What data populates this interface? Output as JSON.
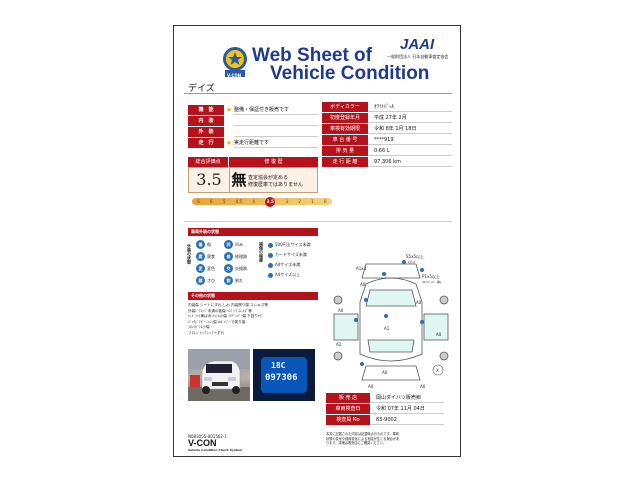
{
  "header": {
    "title_line1": "Web Sheet of",
    "title_line2": "Vehicle Condition",
    "brand": "JAAI",
    "brand_sub": "一般財団法人 日本自動車査定協会",
    "logo_text": "V-CON",
    "model_name": "デイズ"
  },
  "left_condition": [
    {
      "label": "機　能",
      "star": "★",
      "value": "整備・保証付き販売です"
    },
    {
      "label": "内　装",
      "star": "",
      "value": ""
    },
    {
      "label": "外　装",
      "star": "",
      "value": ""
    },
    {
      "label": "走　行",
      "star": "★",
      "value": "実走行距離です"
    }
  ],
  "right_info": [
    {
      "label": "ボディカラー",
      "value": "ｵﾜｲﾄﾊﾟｰﾙ"
    },
    {
      "label": "初度登録年月",
      "value": "平成 27年 2月"
    },
    {
      "label": "車検有効期限",
      "value": "令和 8年 1月 18日"
    },
    {
      "label": "車 台 番 号",
      "value": "****919"
    },
    {
      "label": "排 気 量",
      "value": "0.66 L"
    },
    {
      "label": "走 行 距 離",
      "value": "97,306 km"
    }
  ],
  "evaluation": {
    "score_label": "総合評価点",
    "history_label": "修 復 歴",
    "score": "3.5",
    "history_value": "無",
    "history_note_1": "査定協会が定める",
    "history_note_2": "修復歴車ではありません",
    "scale": [
      "S",
      "6",
      "5",
      "4.5",
      "4",
      "3.5",
      "3",
      "2",
      "1",
      "R"
    ],
    "selected": "3.5"
  },
  "legend": {
    "head": "車両外装の状態",
    "cat1": "外装の状態",
    "items_left": [
      {
        "code": "傷",
        "label": "傷"
      },
      {
        "code": "凹",
        "label": "凹み"
      },
      {
        "code": "腐",
        "label": "腐食"
      },
      {
        "code": "修",
        "label": "修理跡"
      },
      {
        "code": "変",
        "label": "変色"
      },
      {
        "code": "交",
        "label": "交換跡"
      },
      {
        "code": "錆",
        "label": "さび"
      },
      {
        "code": "割",
        "label": "割れ"
      }
    ],
    "cat2": "損傷の程度",
    "items_right": [
      "500円玉サイズ未満",
      "カードサイズ未満",
      "A4サイズ未満",
      "A4サイズ以上"
    ]
  },
  "notes": {
    "head": "その他の状態",
    "lines": [
      "内装傷 シートにすれ,しわ 内装擦り傷 スレキズ等",
      "外装ﾄﾞｱｴｯｼﾞ未満の板傷 ﾍｺﾐ ｼﾜ ｽﾚ,ｷｽﾞ等",
      "ﾍｯﾄﾞﾗｲﾄ黄ばみ ﾎｲｰﾙ小傷 ﾘｱﾊﾞﾝﾊﾟｰ傷 下回りｻﾋﾞ",
      "ﾊﾞｯｸﾄﾞｱｶﾞｰﾆｯｼｭ傷 A4 ｲｼﾞｰで剥り傷",
      "ﾌﾛﾝﾄｶﾞﾗｽ小傷",
      "フロントバンパーずれ"
    ]
  },
  "photo": {
    "odo_top": "18C",
    "odo": "097306"
  },
  "diagram": {
    "marks": [
      "A1x3",
      "S5x5以上",
      "ｽｸﾗｯﾁ",
      "P1x5以上",
      "A1",
      "A0",
      "A0",
      "A2",
      "A1",
      "A0",
      "A0",
      "A0",
      "A0",
      "A0",
      "A0"
    ],
    "label_a1x3": "A1x3",
    "label_s5": "S5x5以上",
    "label_s5_sub": "ｽｸﾗｯﾁ",
    "label_p1": "P1x5以上",
    "label_p1_sub": "ﾌﾛﾝﾄﾊﾞﾝﾊﾟｰ擦ﾚ",
    "label_a0_1": "A0",
    "label_a0_2": "A0",
    "label_a2": "A2",
    "label_a1": "A1",
    "label_a0_3": "A0",
    "label_a0_4": "A0",
    "label_a0_5": "A0",
    "label_a0_6": "A0",
    "label_a0_7": "A0",
    "label_x": "X"
  },
  "dealer": [
    {
      "label": "販 売 店",
      "value": "岡山ダイハツ販売㈱"
    },
    {
      "label": "車両検査日",
      "value": "令和 07年 11月 04日"
    },
    {
      "label": "検査員 No",
      "value": "83-9002"
    }
  ],
  "footer": {
    "code": "N083055-001562-1",
    "brand": "V-CON",
    "brand_sub": "Vehicle Condition Check System",
    "note_1": "本書に記載された内容は記載時点のものです。車両",
    "note_2": "状態の変化や経時変化による相違が生じる場合があ",
    "note_3": "ります。詳細は販売店にご確認ください。"
  }
}
